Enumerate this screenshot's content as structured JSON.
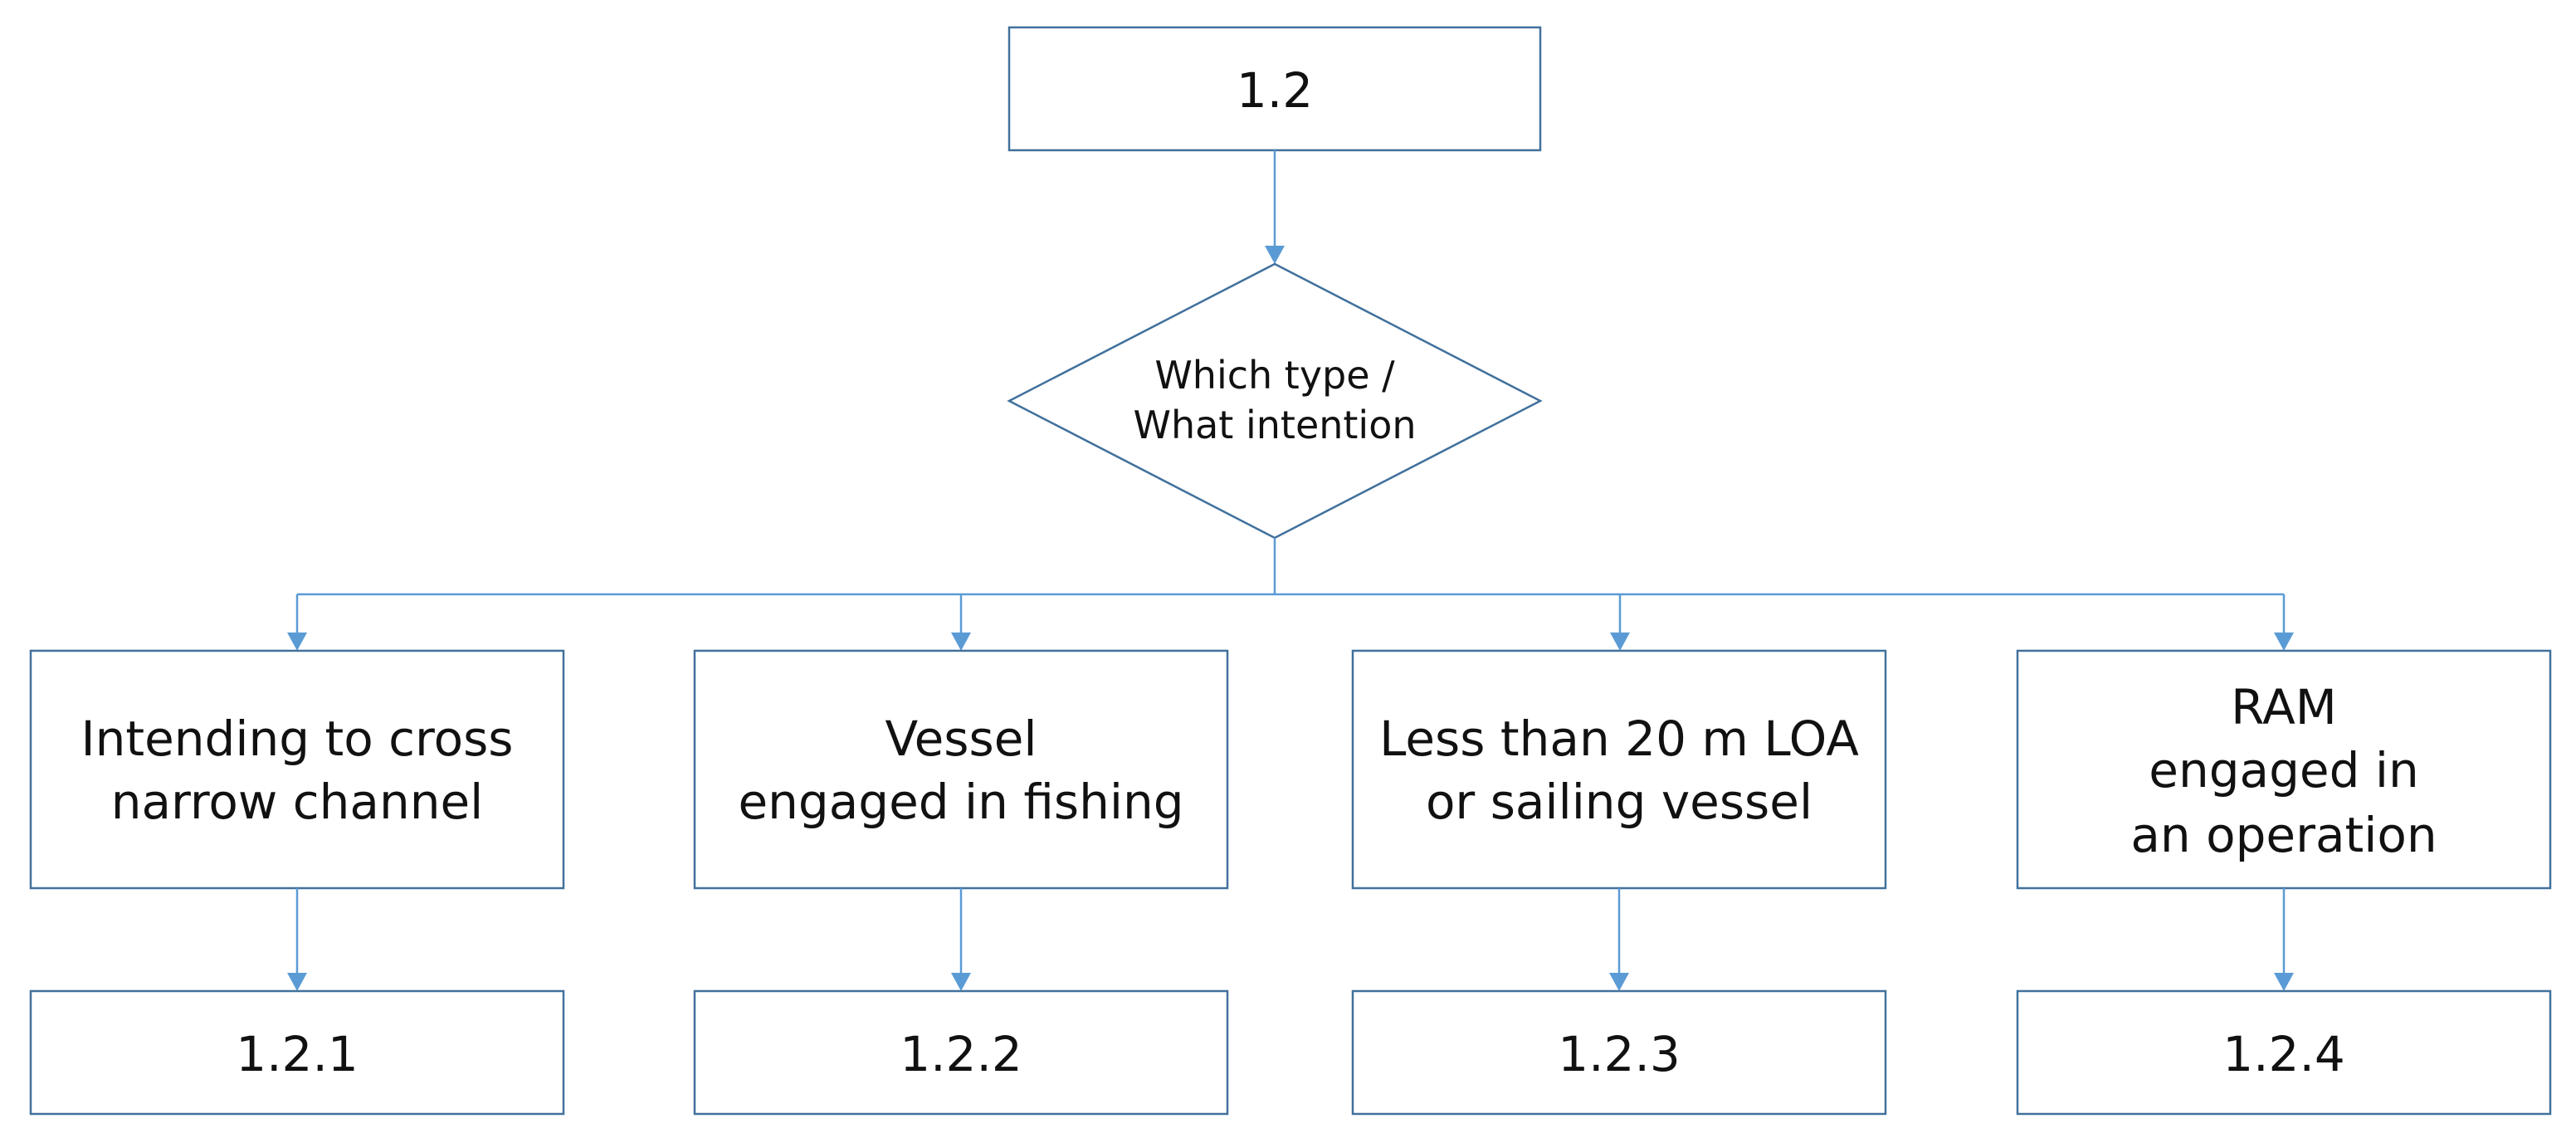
{
  "diagram": {
    "root": {
      "label": "1.2"
    },
    "decision": {
      "line1": "Which type /",
      "line2": "What intention"
    },
    "categories": [
      {
        "line1": "Intending to cross",
        "line2": "narrow channel",
        "line3": ""
      },
      {
        "line1": "Vessel",
        "line2": "engaged in fishing",
        "line3": ""
      },
      {
        "line1": "Less than 20 m LOA",
        "line2": "or sailing vessel",
        "line3": ""
      },
      {
        "line1": "RAM",
        "line2": "engaged in",
        "line3": "an operation"
      }
    ],
    "outcomes": [
      {
        "label": "1.2.1"
      },
      {
        "label": "1.2.2"
      },
      {
        "label": "1.2.3"
      },
      {
        "label": "1.2.4"
      }
    ],
    "colors": {
      "box_border": "#41719c",
      "connector": "#5b9bd5",
      "text": "#111111",
      "background": "#ffffff"
    }
  }
}
